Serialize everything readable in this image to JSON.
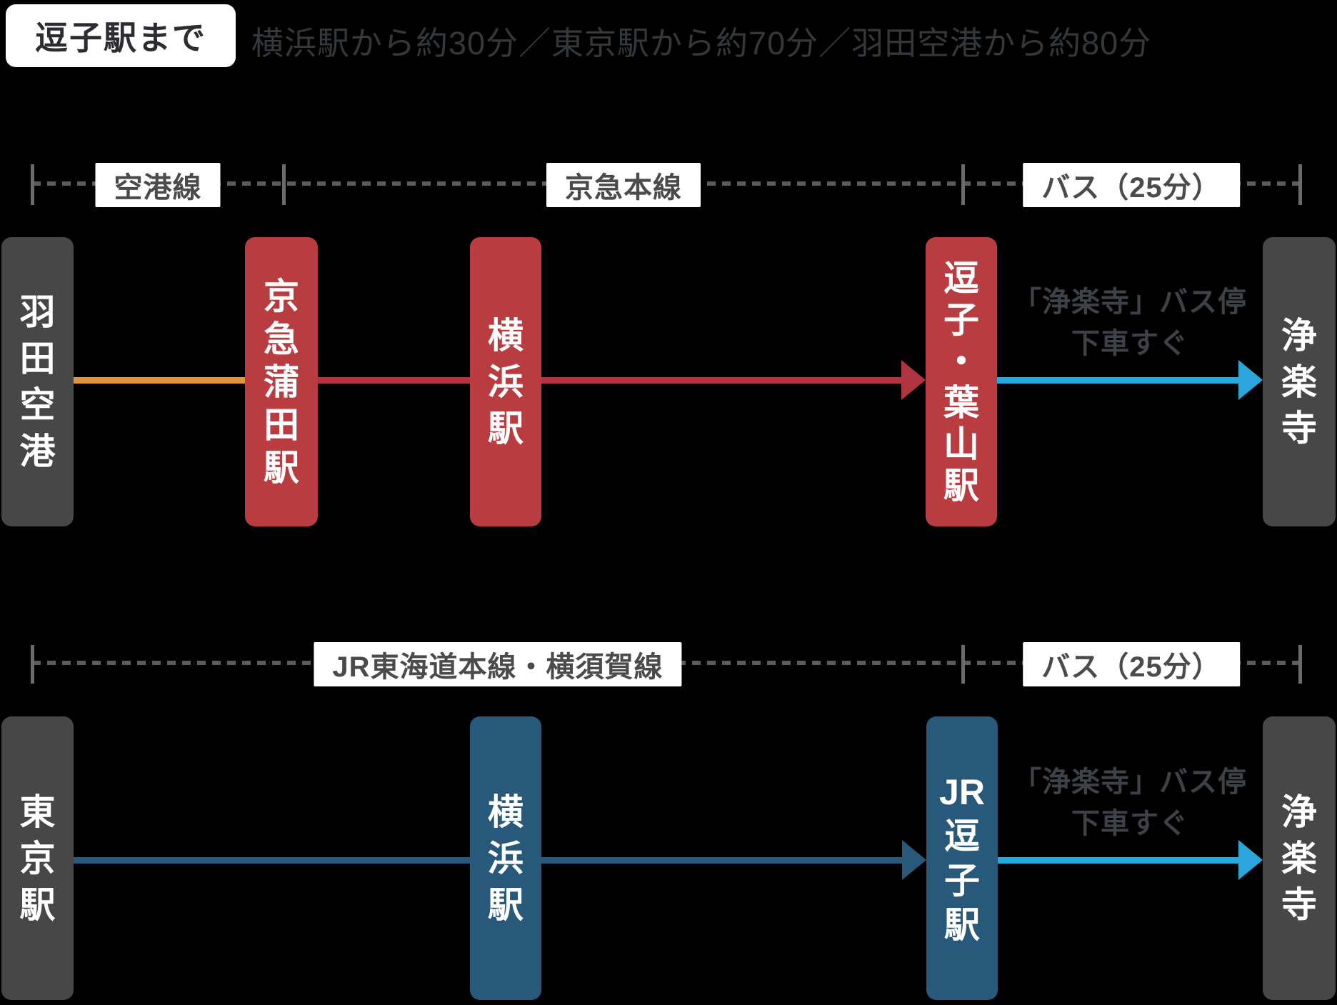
{
  "header": {
    "title": "逗子駅まで",
    "subtitle": "横浜駅から約30分／東京駅から約70分／羽田空港から約80分"
  },
  "colors": {
    "box-gray": "#474747",
    "box-red": "#b83c40",
    "box-blue": "#28597b",
    "line-orange": "#de9440",
    "line-red": "#b03540",
    "line-blue-dark": "#28597b",
    "line-blue-light": "#2ba5da",
    "dash": "#5c5c5c",
    "tick": "#6b6b6b",
    "label-text": "#4b4b4b",
    "subtitle-text": "#35383b",
    "note-text": "#3e4145"
  },
  "routes": [
    {
      "id": "from-haneda",
      "line_labels": [
        {
          "text": "空港線"
        },
        {
          "text": "京急本線"
        },
        {
          "text": "バス（25分）"
        }
      ],
      "stations": [
        {
          "name": "羽田空港",
          "chars": [
            "羽",
            "田",
            "空",
            "港"
          ]
        },
        {
          "name": "京急蒲田駅",
          "chars": [
            "京",
            "急",
            "蒲",
            "田",
            "駅"
          ]
        },
        {
          "name": "横浜駅",
          "chars": [
            "横",
            "浜",
            "駅"
          ]
        },
        {
          "name": "逗子・葉山駅",
          "chars": [
            "逗",
            "子",
            "・",
            "葉",
            "山",
            "駅"
          ]
        },
        {
          "name": "浄楽寺",
          "chars": [
            "浄",
            "楽",
            "寺"
          ]
        }
      ],
      "bus_note": {
        "line1": "「浄楽寺」バス停",
        "line2": "下車すぐ"
      }
    },
    {
      "id": "from-tokyo",
      "line_labels": [
        {
          "text": "JR東海道本線・横須賀線"
        },
        {
          "text": "バス（25分）"
        }
      ],
      "stations": [
        {
          "name": "東京駅",
          "chars": [
            "東",
            "京",
            "駅"
          ]
        },
        {
          "name": "横浜駅",
          "chars": [
            "横",
            "浜",
            "駅"
          ]
        },
        {
          "name": "JR逗子駅",
          "chars": [
            "JR",
            "逗",
            "子",
            "駅"
          ]
        },
        {
          "name": "浄楽寺",
          "chars": [
            "浄",
            "楽",
            "寺"
          ]
        }
      ],
      "bus_note": {
        "line1": "「浄楽寺」バス停",
        "line2": "下車すぐ"
      }
    }
  ]
}
